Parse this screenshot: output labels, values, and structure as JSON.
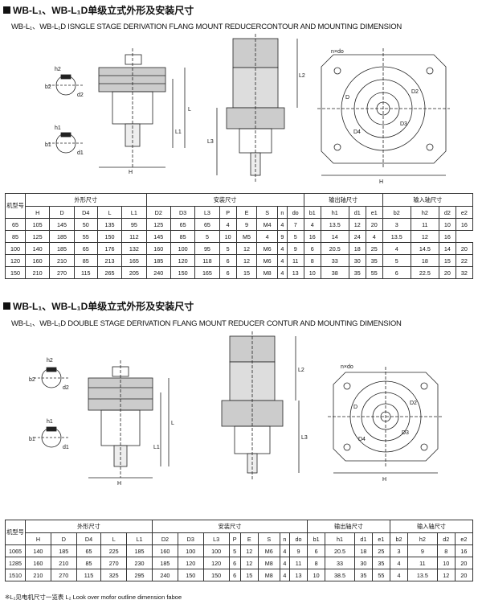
{
  "section1": {
    "title": "WB-L₁、WB-L₁D单级立式外形及安装尺寸",
    "subtitle": "WB-L₁、WB-L₁D ISNGLE STAGE DERIVATION FLANG MOUNT REDUCERCONTOUR AND MOUNTING DIMENSION",
    "drawing_labels": [
      "h2",
      "b2",
      "d2",
      "h1",
      "b1",
      "d1",
      "H",
      "L",
      "L1",
      "L2",
      "L3",
      "D",
      "D2",
      "D3",
      "D4",
      "n×do"
    ],
    "table": {
      "group_headers": [
        "机型号",
        "外形尺寸",
        "安装尺寸",
        "输出轴尺寸",
        "输入轴尺寸"
      ],
      "columns": [
        "H",
        "D",
        "D4",
        "L",
        "L1",
        "D2",
        "D3",
        "L3",
        "P",
        "E",
        "S",
        "n",
        "do",
        "b1",
        "h1",
        "d1",
        "e1",
        "b2",
        "h2",
        "d2",
        "e2"
      ],
      "rows": [
        [
          "65",
          "105",
          "145",
          "50",
          "135",
          "95",
          "125",
          "65",
          "65",
          "4",
          "9",
          "M4",
          "4",
          "7",
          "4",
          "13.5",
          "12",
          "20",
          "3",
          "11",
          "10",
          "16"
        ],
        [
          "85",
          "125",
          "185",
          "55",
          "150",
          "112",
          "145",
          "85",
          "5",
          "10",
          "M5",
          "4",
          "9",
          "5",
          "16",
          "14",
          "24",
          "4",
          "13.5",
          "12",
          "16"
        ],
        [
          "100",
          "140",
          "185",
          "65",
          "176",
          "132",
          "160",
          "100",
          "95",
          "5",
          "12",
          "M6",
          "4",
          "9",
          "6",
          "20.5",
          "18",
          "25",
          "4",
          "14.5",
          "14",
          "20"
        ],
        [
          "120",
          "160",
          "210",
          "85",
          "213",
          "165",
          "185",
          "120",
          "118",
          "6",
          "12",
          "M6",
          "4",
          "11",
          "8",
          "33",
          "30",
          "35",
          "5",
          "18",
          "15",
          "22"
        ],
        [
          "150",
          "210",
          "270",
          "115",
          "265",
          "205",
          "240",
          "150",
          "165",
          "6",
          "15",
          "M8",
          "4",
          "13",
          "10",
          "38",
          "35",
          "55",
          "6",
          "22.5",
          "20",
          "32"
        ]
      ]
    }
  },
  "section2": {
    "title": "WB-L₁、WB-L₁D单级立式外形及安装尺寸",
    "subtitle": "WB-L₁、WB-L₁D DOUBLE STAGE DERIVATION FLANG MOUNT REDUCER CONTUR AND MOUNTING DIMENSION",
    "drawing_labels": [
      "h2",
      "b2",
      "d2",
      "h1",
      "b1",
      "d1",
      "H",
      "L",
      "L1",
      "L2",
      "L3",
      "D",
      "D2",
      "D3",
      "D4",
      "n×do"
    ],
    "table": {
      "group_headers": [
        "机型号",
        "外形尺寸",
        "安装尺寸",
        "输出轴尺寸",
        "输入轴尺寸"
      ],
      "columns": [
        "H",
        "D",
        "D4",
        "L",
        "L1",
        "D2",
        "D3",
        "L3",
        "P",
        "E",
        "S",
        "n",
        "do",
        "b1",
        "h1",
        "d1",
        "e1",
        "b2",
        "h2",
        "d2",
        "e2"
      ],
      "rows": [
        [
          "1065",
          "140",
          "185",
          "65",
          "225",
          "185",
          "160",
          "100",
          "100",
          "5",
          "12",
          "M6",
          "4",
          "9",
          "6",
          "20.5",
          "18",
          "25",
          "3",
          "9",
          "8",
          "16"
        ],
        [
          "1285",
          "160",
          "210",
          "85",
          "270",
          "230",
          "185",
          "120",
          "120",
          "6",
          "12",
          "M8",
          "4",
          "11",
          "8",
          "33",
          "30",
          "35",
          "4",
          "11",
          "10",
          "20"
        ],
        [
          "1510",
          "210",
          "270",
          "115",
          "325",
          "295",
          "240",
          "150",
          "150",
          "6",
          "15",
          "M8",
          "4",
          "13",
          "10",
          "38.5",
          "35",
          "55",
          "4",
          "13.5",
          "12",
          "20"
        ]
      ]
    }
  },
  "footnote": "※L₂见电机尺寸一览表 L₂ Look over mofor outline dimension faboe"
}
